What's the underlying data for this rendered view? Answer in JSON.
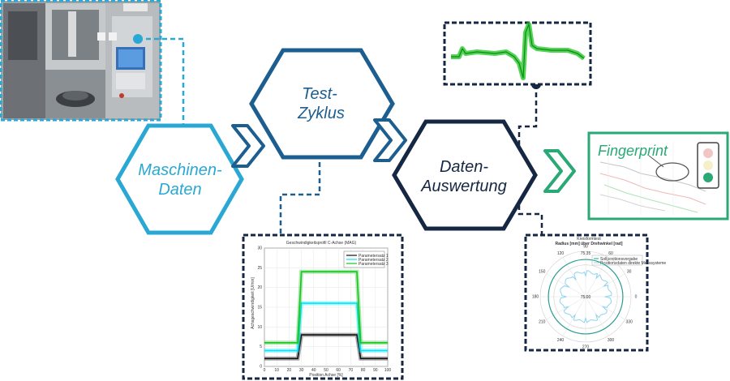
{
  "colors": {
    "light_blue": "#29a8d4",
    "mid_blue": "#1b5e8f",
    "navy": "#152743",
    "teal": "#2aa876",
    "trace_green": "#18c41e",
    "trace_cyan": "#00e5ff",
    "trace_black": "#111111"
  },
  "stages": {
    "machine": {
      "line1": "Maschinen-",
      "line2": "Daten"
    },
    "test": {
      "line1": "Test-",
      "line2": "Zyklus"
    },
    "analysis": {
      "line1": "Daten-",
      "line2": "Auswertung"
    },
    "fingerprint": {
      "label": "Fingerprint"
    }
  },
  "panels": {
    "machine_photo": {
      "icon": "machine-photo"
    },
    "velocity_plot": {
      "title": "Geschwindigkeitsprofil C-Achse (MAG)",
      "ylabel": "Achsgeschwindigkeit [U/min]",
      "xlabel": "Position Achse [%]",
      "legend": [
        "Parametersatz 1",
        "Parametersatz 2",
        "Parametersatz 3"
      ]
    },
    "polar_plot": {
      "title": "Kreisformtest",
      "subtitle": "Radius [mm] über Drehwinkel [rad]",
      "legend": [
        "Sollpositionsvorgabe",
        "Positionsdaten direkte Messsysteme"
      ],
      "angle_labels": [
        "90",
        "60",
        "30",
        "0",
        "330",
        "300",
        "270",
        "240",
        "210",
        "180",
        "150",
        "120"
      ],
      "ring_labels": [
        "75.35",
        "75.00"
      ]
    },
    "signal_plot": {
      "icon": "signal-trace"
    }
  },
  "chart_data": [
    {
      "type": "line",
      "title": "Geschwindigkeitsprofil C-Achse (MAG)",
      "xlabel": "Position Achse [%]",
      "ylabel": "Achsgeschwindigkeit [U/min]",
      "xlim": [
        0,
        100
      ],
      "ylim": [
        0,
        30
      ],
      "x_ticks": [
        0,
        10,
        20,
        30,
        40,
        50,
        60,
        70,
        80,
        90,
        100
      ],
      "y_ticks": [
        0,
        5,
        10,
        15,
        20,
        25,
        30
      ],
      "x": [
        0,
        27,
        30,
        75,
        78,
        100
      ],
      "series": [
        {
          "name": "Parametersatz 1",
          "color": "#111111",
          "values": [
            2,
            2,
            8,
            8,
            2,
            2
          ]
        },
        {
          "name": "Parametersatz 2",
          "color": "#00e5ff",
          "values": [
            4,
            4,
            16,
            16,
            4,
            4
          ]
        },
        {
          "name": "Parametersatz 3",
          "color": "#18c41e",
          "values": [
            6,
            6,
            24,
            24,
            6,
            6
          ]
        }
      ]
    }
  ]
}
